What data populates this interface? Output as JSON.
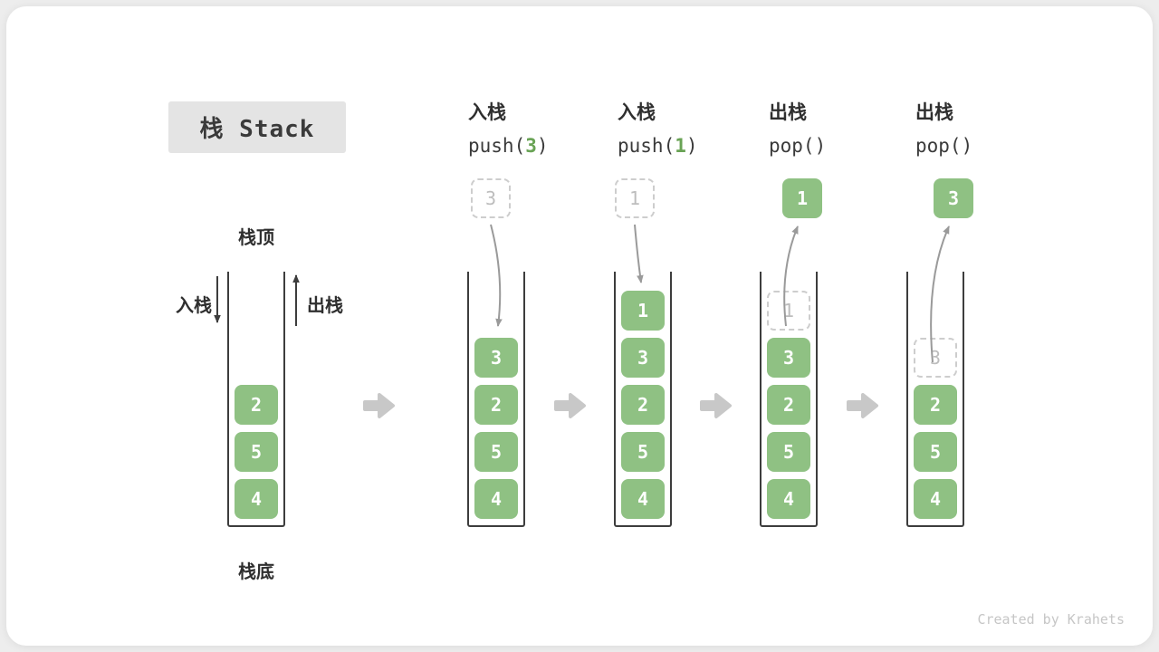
{
  "title": "栈 Stack",
  "labels": {
    "stack_top": "栈顶",
    "stack_bottom": "栈底",
    "push_side": "入栈",
    "pop_side": "出栈"
  },
  "operations": [
    {
      "name": "入栈",
      "code_pre": "push(",
      "code_arg": "3",
      "code_post": ")"
    },
    {
      "name": "入栈",
      "code_pre": "push(",
      "code_arg": "1",
      "code_post": ")"
    },
    {
      "name": "出栈",
      "code_pre": "pop()",
      "code_arg": "",
      "code_post": ""
    },
    {
      "name": "出栈",
      "code_pre": "pop()",
      "code_arg": "",
      "code_post": ""
    }
  ],
  "stacks": [
    {
      "cells": [
        "2",
        "5",
        "4"
      ]
    },
    {
      "floating": "3",
      "cells": [
        "3",
        "2",
        "5",
        "4"
      ]
    },
    {
      "floating": "1",
      "cells": [
        "1",
        "3",
        "2",
        "5",
        "4"
      ]
    },
    {
      "floating": "1",
      "ghost": "1",
      "cells": [
        "3",
        "2",
        "5",
        "4"
      ]
    },
    {
      "floating": "3",
      "ghost": "3",
      "cells": [
        "2",
        "5",
        "4"
      ]
    }
  ],
  "watermark": "Created by Krahets",
  "colors": {
    "cell_green": "#8FC183",
    "code_arg_green": "#69A355",
    "curve_arrow_gray": "#9A9A9A",
    "block_arrow_gray": "#C8C8C8",
    "title_box_bg": "#E4E4E4",
    "well_border": "#3D3D3D"
  }
}
